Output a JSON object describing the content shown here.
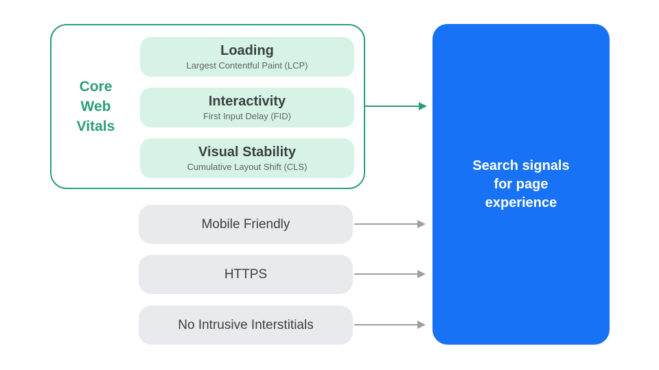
{
  "colors": {
    "accent-green": "#2D9E74",
    "mint-fill": "#D6F3E6",
    "blue-fill": "#1772F6",
    "gray-fill": "#E8EAED",
    "arrow-gray": "#9AA0A6",
    "text-dark": "#3C4043",
    "text-subtle": "#5F6368",
    "text-white": "#FFFFFF"
  },
  "core_web_vitals": {
    "label_lines": [
      "Core",
      "Web",
      "Vitals"
    ],
    "items": [
      {
        "title": "Loading",
        "subtitle": "Largest Contentful Paint (LCP)"
      },
      {
        "title": "Interactivity",
        "subtitle": "First Input Delay (FID)"
      },
      {
        "title": "Visual Stability",
        "subtitle": "Cumulative Layout Shift (CLS)"
      }
    ]
  },
  "other_signals": [
    "Mobile Friendly",
    "HTTPS",
    "No Intrusive Interstitials"
  ],
  "result_box": {
    "lines": [
      "Search signals",
      "for page",
      "experience"
    ]
  }
}
